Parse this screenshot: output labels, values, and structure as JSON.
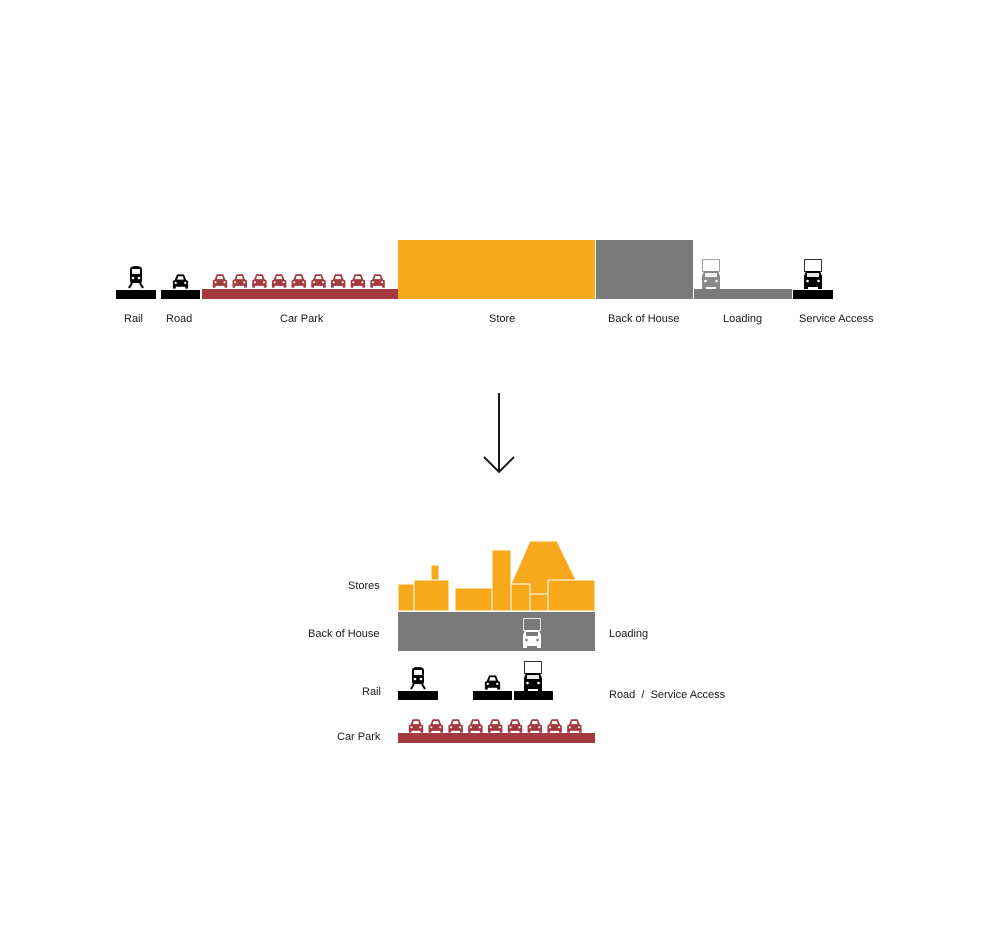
{
  "colors": {
    "store": "#f7a81b",
    "back_of_house": "#7a7a7a",
    "loading": "#7a7a7a",
    "car_park": "#a23a3f",
    "black": "#000000",
    "white": "#ffffff",
    "arrow": "#1a1a1a"
  },
  "top_section": {
    "labels": {
      "rail": "Rail",
      "road": "Road",
      "car_park": "Car Park",
      "store": "Store",
      "back_of_house": "Back of House",
      "loading": "Loading",
      "service_access": "Service Access"
    },
    "car_park_car_count": 9
  },
  "bottom_section": {
    "labels": {
      "stores": "Stores",
      "back_of_house": "Back of House",
      "loading": "Loading",
      "rail": "Rail",
      "road_service_access": "Road  /  Service Access",
      "car_park": "Car Park"
    },
    "car_park_car_count": 9
  },
  "icons": [
    "train-icon",
    "car-icon",
    "truck-icon",
    "arrow-down-icon"
  ]
}
